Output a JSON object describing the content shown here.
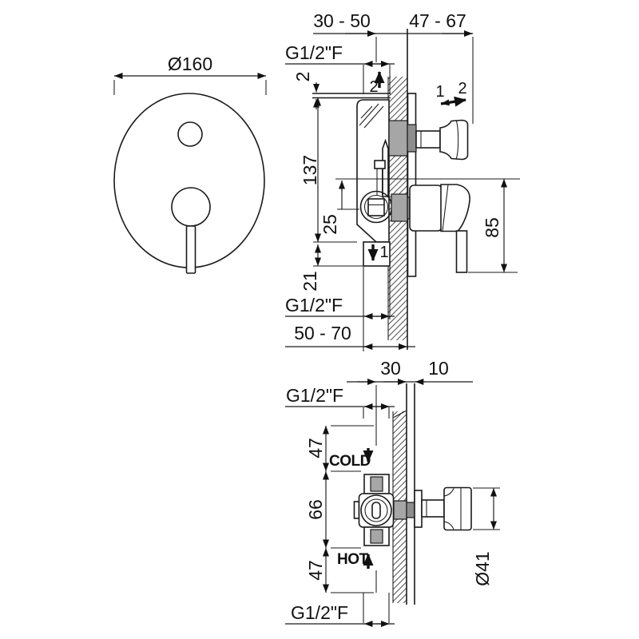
{
  "drawing": {
    "front_view": {
      "diameter": "Ø160"
    },
    "side_view": {
      "dim_depth_embed": "30 - 50",
      "dim_depth_knob": "47 - 67",
      "port_top": "G1/2\"F",
      "dim_plate_thickness": "2",
      "outlet_top": "2",
      "mode_1": "1",
      "mode_2": "2",
      "dim_height": "137",
      "dim_offset": "25",
      "outlet_bottom": "1",
      "dim_pipe": "21",
      "port_bottom": "G1/2\"F",
      "dim_depth_range": "50 - 70",
      "dim_handle": "85"
    },
    "bottom_view": {
      "dim_embed": "30",
      "dim_finish": "10",
      "port_top": "G1/2\"F",
      "dim_top": "47",
      "cold": "COLD",
      "dim_mid": "66",
      "hot": "HOT",
      "dim_bottom": "47",
      "port_bottom": "G1/2\"F",
      "dim_knob": "Ø41"
    }
  }
}
